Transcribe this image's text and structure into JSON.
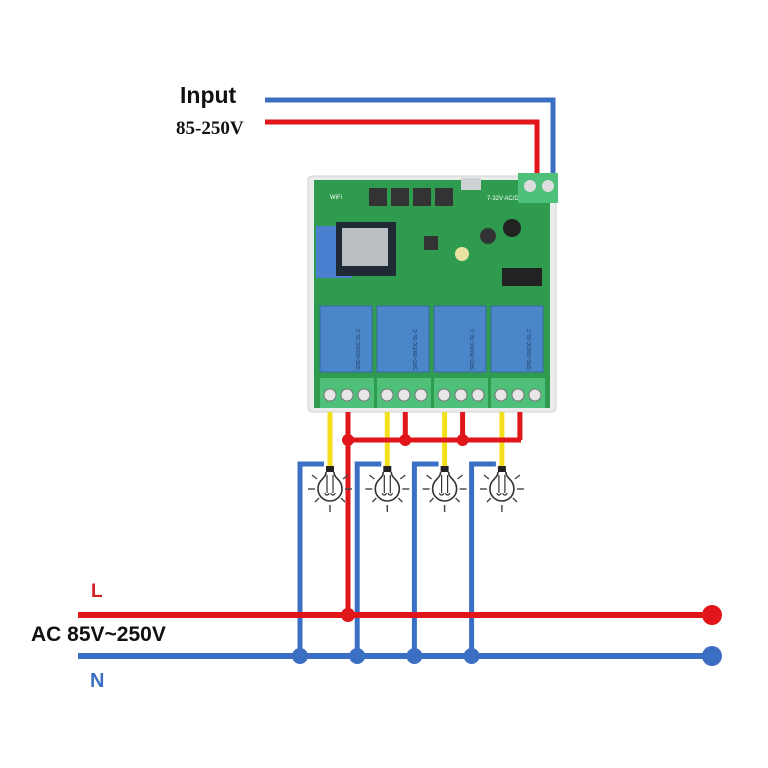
{
  "labels": {
    "input_title": "Input",
    "input_voltage": "85-250V",
    "line": "L",
    "ac_voltage": "AC 85V~250V",
    "neutral": "N"
  },
  "board": {
    "wifi_label": "WiFi",
    "power_label": "7-32V AC/DC",
    "relay_model": "SRD-05VDC-SL-C",
    "relay_count": 4
  },
  "colors": {
    "live": "#e0161b",
    "neutral": "#3a6fc4",
    "load": "#f3df1c",
    "pcb": "#2e9b4e",
    "relay": "#4b86c8",
    "terminal": "#4fc07a",
    "label_live": "#d41e24",
    "label_neutral": "#3a6fc4"
  },
  "icons": [
    "light-bulb-icon",
    "light-bulb-icon",
    "light-bulb-icon",
    "light-bulb-icon"
  ]
}
